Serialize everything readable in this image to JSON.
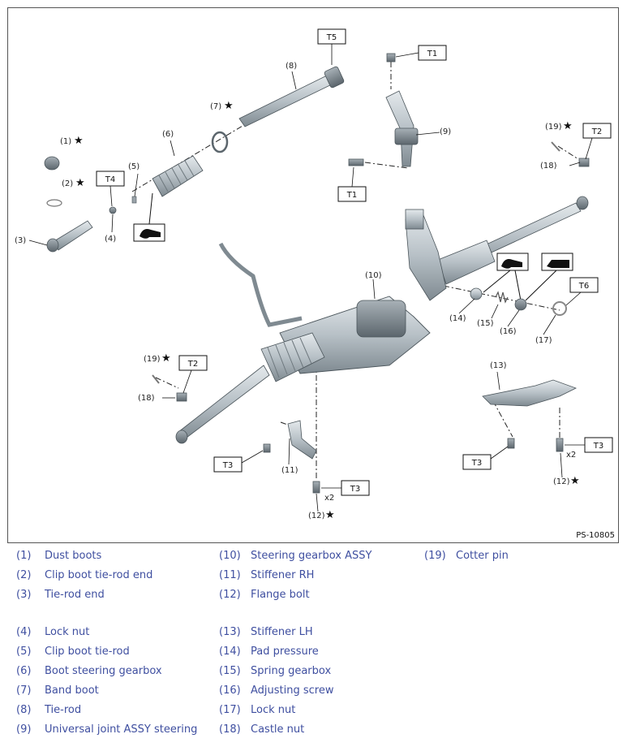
{
  "figure": {
    "id": "PS-10805",
    "callouts": {
      "c1": "(1)",
      "c2": "(2)",
      "c3": "(3)",
      "c4": "(4)",
      "c5": "(5)",
      "c6": "(6)",
      "c7": "(7)",
      "c8": "(8)",
      "c9": "(9)",
      "c10": "(10)",
      "c11": "(11)",
      "c12a": "(12)",
      "c12b": "(12)",
      "c13": "(13)",
      "c14": "(14)",
      "c15": "(15)",
      "c16": "(16)",
      "c17": "(17)",
      "c18a": "(18)",
      "c18b": "(18)",
      "c19a": "(19)",
      "c19b": "(19)"
    },
    "star": "★",
    "multiplier": "x2",
    "torque_tags": {
      "t5": "T5",
      "t1a": "T1",
      "t1b": "T1",
      "t2a": "T2",
      "t2b": "T2",
      "t4": "T4",
      "t6": "T6",
      "t3a": "T3",
      "t3b": "T3",
      "t3c": "T3",
      "t3d": "T3"
    }
  },
  "legend": {
    "col1": [
      {
        "num": "(1)",
        "name": "Dust boots"
      },
      {
        "num": "(2)",
        "name": "Clip boot tie-rod end"
      },
      {
        "num": "(3)",
        "name": "Tie-rod end"
      },
      {
        "num": "(4)",
        "name": "Lock nut"
      },
      {
        "num": "(5)",
        "name": "Clip boot tie-rod"
      },
      {
        "num": "(6)",
        "name": "Boot steering gearbox"
      },
      {
        "num": "(7)",
        "name": "Band boot"
      },
      {
        "num": "(8)",
        "name": "Tie-rod"
      },
      {
        "num": "(9)",
        "name": "Universal joint ASSY steering"
      }
    ],
    "col2": [
      {
        "num": "(10)",
        "name": "Steering gearbox ASSY"
      },
      {
        "num": "(11)",
        "name": "Stiffener RH"
      },
      {
        "num": "(12)",
        "name": "Flange bolt"
      },
      {
        "num": "(13)",
        "name": "Stiffener LH"
      },
      {
        "num": "(14)",
        "name": "Pad pressure"
      },
      {
        "num": "(15)",
        "name": "Spring gearbox"
      },
      {
        "num": "(16)",
        "name": "Adjusting screw"
      },
      {
        "num": "(17)",
        "name": "Lock nut"
      },
      {
        "num": "(18)",
        "name": "Castle nut"
      }
    ],
    "col3": [
      {
        "num": "(19)",
        "name": "Cotter pin"
      }
    ]
  }
}
